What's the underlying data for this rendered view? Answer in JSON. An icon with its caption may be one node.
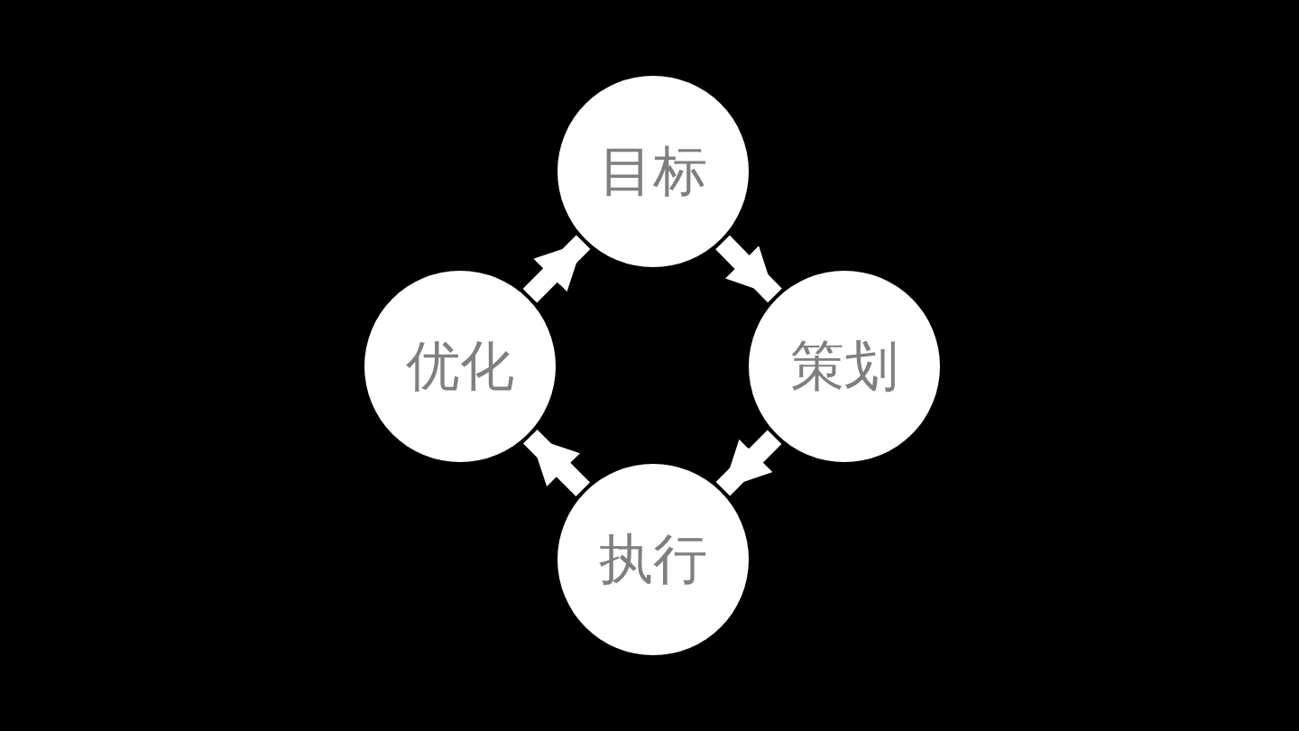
{
  "diagram": {
    "nodes": [
      {
        "text": [
          "目标"
        ]
      },
      {
        "text": [
          "策划"
        ]
      },
      {
        "text": [
          "执行"
        ]
      },
      {
        "text": [
          "优化"
        ]
      }
    ],
    "edges": [
      {
        "from": 0,
        "to": 1,
        "arrow": "to"
      },
      {
        "from": 1,
        "to": 2,
        "arrow": "to"
      },
      {
        "from": 2,
        "to": 3,
        "arrow": "to"
      },
      {
        "from": 3,
        "to": 0,
        "arrow": "to"
      }
    ]
  }
}
